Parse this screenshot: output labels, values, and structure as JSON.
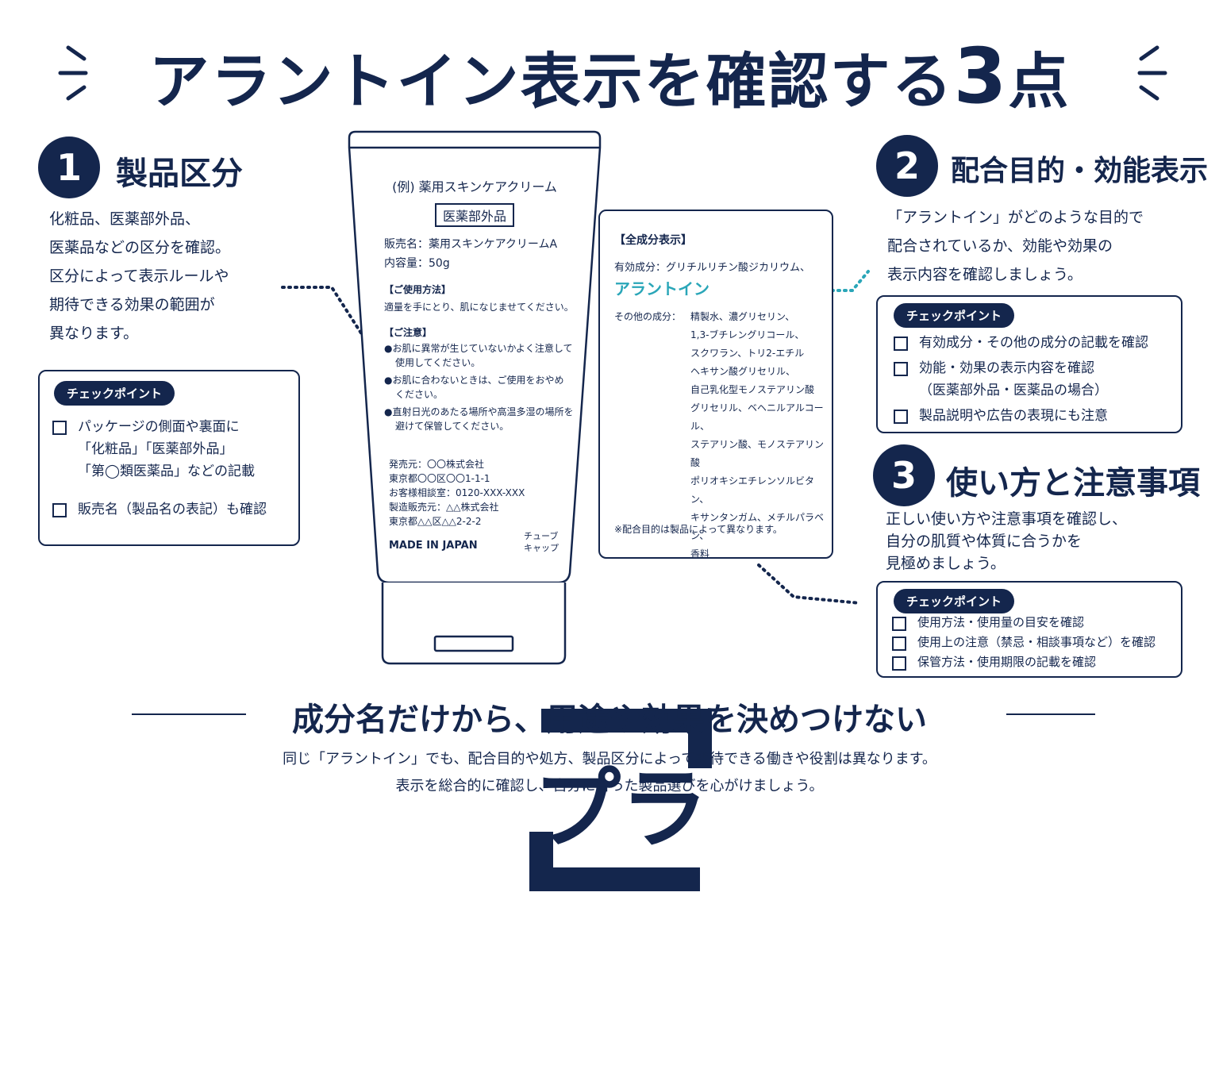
{
  "title": {
    "main": "アラントイン表示を確認する",
    "num": "3",
    "tail": "点"
  },
  "section1": {
    "num": "1",
    "title": "製品区分",
    "desc": [
      "化粧品、医薬部外品、",
      "医薬品などの区分を確認。",
      "区分によって表示ルールや",
      "期待できる効果の範囲が",
      "異なります。"
    ],
    "pill": "チェックポイント",
    "checks": [
      [
        "パッケージの側面や裏面に",
        "「化粧品」「医薬部外品」",
        "「第◯類医薬品」などの記載"
      ],
      [
        "販売名（製品名の表記）も確認"
      ]
    ]
  },
  "section2": {
    "num": "2",
    "title": "配合目的・効能表示",
    "desc": [
      "「アラントイン」がどのような目的で",
      "配合されているか、効能や効果の",
      "表示内容を確認しましょう。"
    ],
    "pill": "チェックポイント",
    "checks": [
      [
        "有効成分・その他の成分の記載を確認"
      ],
      [
        "効能・効果の表示内容を確認",
        "（医薬部外品・医薬品の場合）"
      ],
      [
        "製品説明や広告の表現にも注意"
      ]
    ]
  },
  "section3": {
    "num": "3",
    "title": "使い方と注意事項",
    "desc": [
      "正しい使い方や注意事項を確認し、",
      "自分の肌質や体質に合うかを",
      "見極めましょう。"
    ],
    "pill": "チェックポイント",
    "checks": [
      "使用方法・使用量の目安を確認",
      "使用上の注意（禁忌・相談事項など）を確認",
      "保管方法・使用期限の記載を確認"
    ]
  },
  "tube": {
    "name": "(例) 薬用スキンケアクリーム",
    "category": "医薬部外品",
    "sales_name": "販売名：薬用スキンケアクリームA",
    "volume": "内容量：50g",
    "usage_head": "【ご使用方法】",
    "usage": "適量を手にとり、肌になじませてください。",
    "caution_head": "【ご注意】",
    "cautions": [
      [
        "●お肌に異常が生じていないかよく注意して",
        "使用してください。"
      ],
      [
        "●お肌に合わないときは、ご使用をおやめ",
        "ください。"
      ],
      [
        "●直射日光のあたる場所や高温多湿の場所を",
        "避けて保管してください。"
      ]
    ],
    "maker": [
      "発売元：〇〇株式会社",
      "東京都〇〇区〇〇1-1-1",
      "お客様相談室：0120-XXX-XXX",
      "製造販売元：△△株式会社",
      "東京都△△区△△2-2-2"
    ],
    "made_in": "MADE IN JAPAN",
    "recycle_symbol": "プラ",
    "recycle": [
      "チューブ",
      "キャップ"
    ]
  },
  "ingredients": {
    "head": "【全成分表示】",
    "active_label": "有効成分：グリチルリチン酸ジカリウム、",
    "highlight": "アラントイン",
    "other_label": "その他の成分：",
    "others": [
      "精製水、濃グリセリン、",
      "1,3-ブチレングリコール、",
      "スクワラン、トリ2-エチル",
      "ヘキサン酸グリセリル、",
      "自己乳化型モノステアリン酸",
      "グリセリル、ベヘニルアルコール、",
      "ステアリン酸、モノステアリン酸",
      "ポリオキシエチレンソルビタン、",
      "キサンタンガム、メチルパラベン、",
      "香料"
    ],
    "note": "※配合目的は製品によって異なります。"
  },
  "footer": {
    "headline": "成分名だけから、用途や効果を決めつけない",
    "lines": [
      "同じ「アラントイン」でも、配合目的や処方、製品区分によって期待できる働きや役割は異なります。",
      "表示を総合的に確認し、自分に合った製品選びを心がけましょう。"
    ]
  },
  "colors": {
    "navy": "#14264d",
    "teal": "#2aa6b8",
    "background": "#ffffff"
  }
}
